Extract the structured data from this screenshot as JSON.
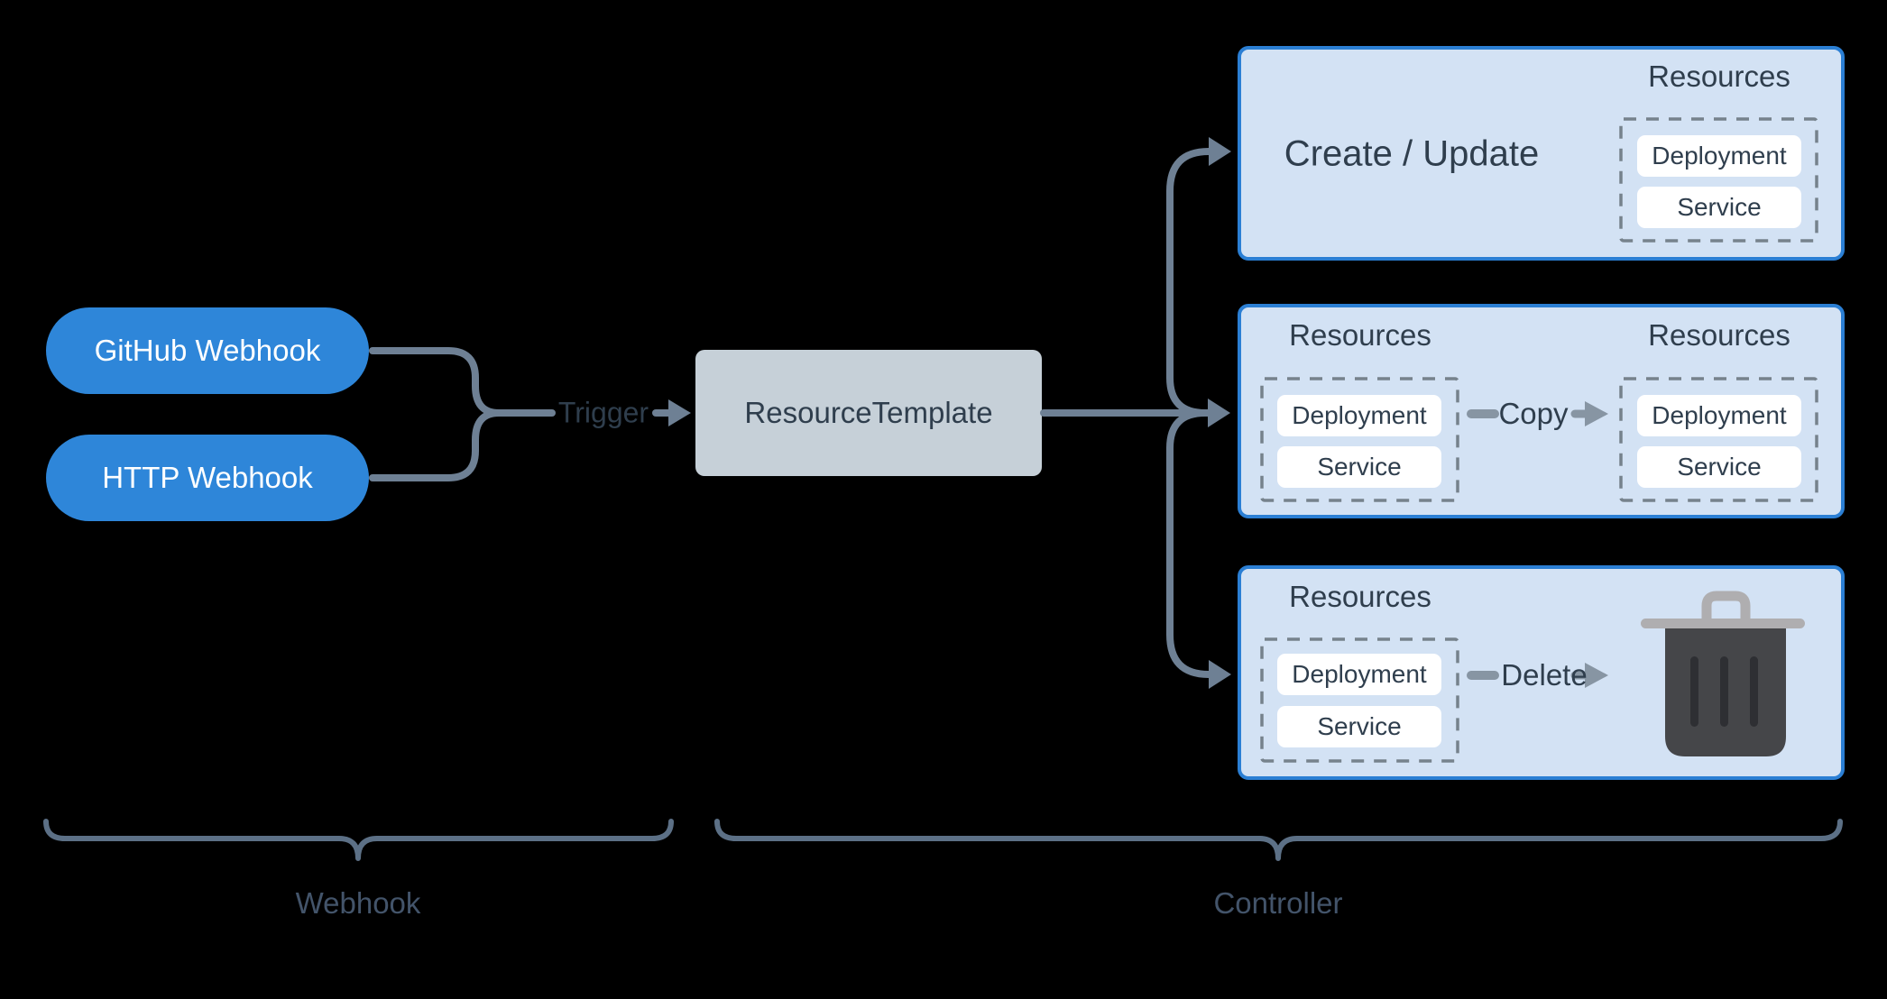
{
  "colors": {
    "background": "#000000",
    "webhook_pill_blue": "#2E86D9",
    "panel_fill": "#D3E2F4",
    "panel_border_blue": "#2B7FD4",
    "template_fill": "#C6D0D8",
    "text_dark": "#2F3E4D",
    "connector_gray": "#6E8094",
    "action_connector_gray": "#8795A3",
    "dashed_border_gray": "#76828C",
    "brace_gray": "#5C7086",
    "group_label_gray": "#43546A",
    "trash_body_gray": "#454649",
    "trash_metal_gray": "#AFAEB0"
  },
  "webhooks": {
    "items": [
      {
        "label": "GitHub Webhook"
      },
      {
        "label": "HTTP Webhook"
      }
    ],
    "trigger_label": "Trigger",
    "merge_icon": "merge-connector",
    "arrow_icon": "arrow-right-icon"
  },
  "template": {
    "label": "ResourceTemplate"
  },
  "controller": {
    "create_update": {
      "title": "Create / Update",
      "resources_label": "Resources",
      "resources": [
        "Deployment",
        "Service"
      ]
    },
    "copy": {
      "action_label": "Copy",
      "source": {
        "resources_label": "Resources",
        "resources": [
          "Deployment",
          "Service"
        ]
      },
      "target": {
        "resources_label": "Resources",
        "resources": [
          "Deployment",
          "Service"
        ]
      }
    },
    "delete": {
      "action_label": "Delete",
      "source": {
        "resources_label": "Resources",
        "resources": [
          "Deployment",
          "Service"
        ]
      },
      "icon": "trash-icon"
    }
  },
  "groups": {
    "webhook_label": "Webhook",
    "controller_label": "Controller"
  }
}
